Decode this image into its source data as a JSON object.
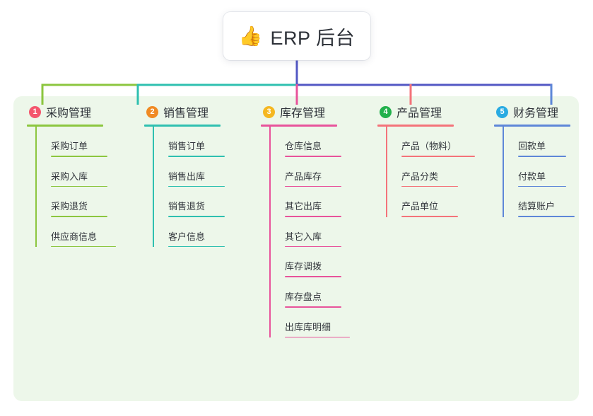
{
  "header": {
    "icon": "thumbs-up-icon",
    "icon_glyph": "👍",
    "title": "ERP 后台",
    "connector_color": "#5358c4"
  },
  "panel": {
    "background": "#edf7ea"
  },
  "columns": [
    {
      "number": "1",
      "title": "采购管理",
      "badge_color": "#f4566d",
      "line_color": "#8cc63f",
      "rule_width": 108,
      "items": [
        {
          "label": "采购订单",
          "rule_width": 80
        },
        {
          "label": "采购入库",
          "rule_width": 80
        },
        {
          "label": "采购退货",
          "rule_width": 80
        },
        {
          "label": "供应商信息",
          "rule_width": 92
        }
      ]
    },
    {
      "number": "2",
      "title": "销售管理",
      "badge_color": "#f08a24",
      "line_color": "#2fc0b0",
      "rule_width": 108,
      "items": [
        {
          "label": "销售订单",
          "rule_width": 80
        },
        {
          "label": "销售出库",
          "rule_width": 80
        },
        {
          "label": "销售退货",
          "rule_width": 80
        },
        {
          "label": "客户信息",
          "rule_width": 80
        }
      ]
    },
    {
      "number": "3",
      "title": "库存管理",
      "badge_color": "#f5b721",
      "line_color": "#e8539b",
      "rule_width": 108,
      "items": [
        {
          "label": "仓库信息",
          "rule_width": 80
        },
        {
          "label": "产品库存",
          "rule_width": 80
        },
        {
          "label": "其它出库",
          "rule_width": 80
        },
        {
          "label": "其它入库",
          "rule_width": 80
        },
        {
          "label": "库存调拨",
          "rule_width": 80
        },
        {
          "label": "库存盘点",
          "rule_width": 80
        },
        {
          "label": "出库库明细",
          "rule_width": 92
        }
      ]
    },
    {
      "number": "4",
      "title": "产品管理",
      "badge_color": "#22b14c",
      "line_color": "#f4737a",
      "rule_width": 108,
      "items": [
        {
          "label": "产品（物料）",
          "rule_width": 104
        },
        {
          "label": "产品分类",
          "rule_width": 80
        },
        {
          "label": "产品单位",
          "rule_width": 80
        }
      ]
    },
    {
      "number": "5",
      "title": "财务管理",
      "badge_color": "#29abe2",
      "line_color": "#5e87d8",
      "rule_width": 108,
      "items": [
        {
          "label": "回款单",
          "rule_width": 68
        },
        {
          "label": "付款单",
          "rule_width": 68
        },
        {
          "label": "结算账户",
          "rule_width": 80
        }
      ]
    }
  ]
}
